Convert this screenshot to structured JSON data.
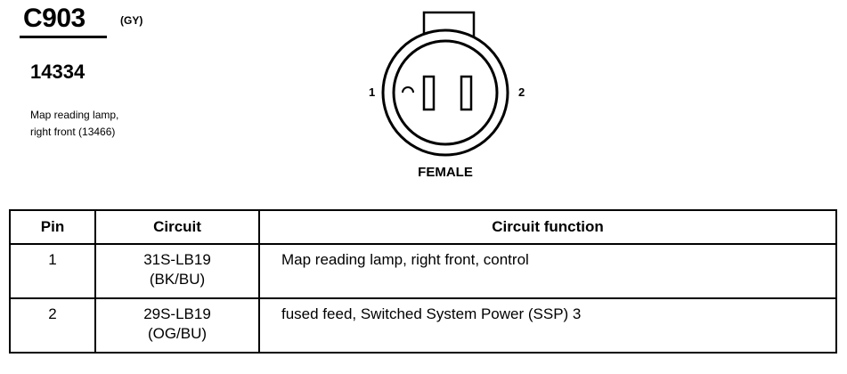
{
  "connector": {
    "id": "C903",
    "color_code": "(GY)",
    "part_number": "14334",
    "description": [
      "Map reading lamp,",
      "right front (13466)"
    ],
    "gender": "FEMALE",
    "pin_labels": [
      "1",
      "2"
    ]
  },
  "table": {
    "headers": [
      "Pin",
      "Circuit",
      "Circuit function"
    ],
    "rows": [
      {
        "pin": "1",
        "circuit": [
          "31S-LB19",
          "(BK/BU)"
        ],
        "function": "Map reading lamp, right front, control"
      },
      {
        "pin": "2",
        "circuit": [
          "29S-LB19",
          "(OG/BU)"
        ],
        "function": "fused feed, Switched System Power (SSP) 3"
      }
    ]
  }
}
